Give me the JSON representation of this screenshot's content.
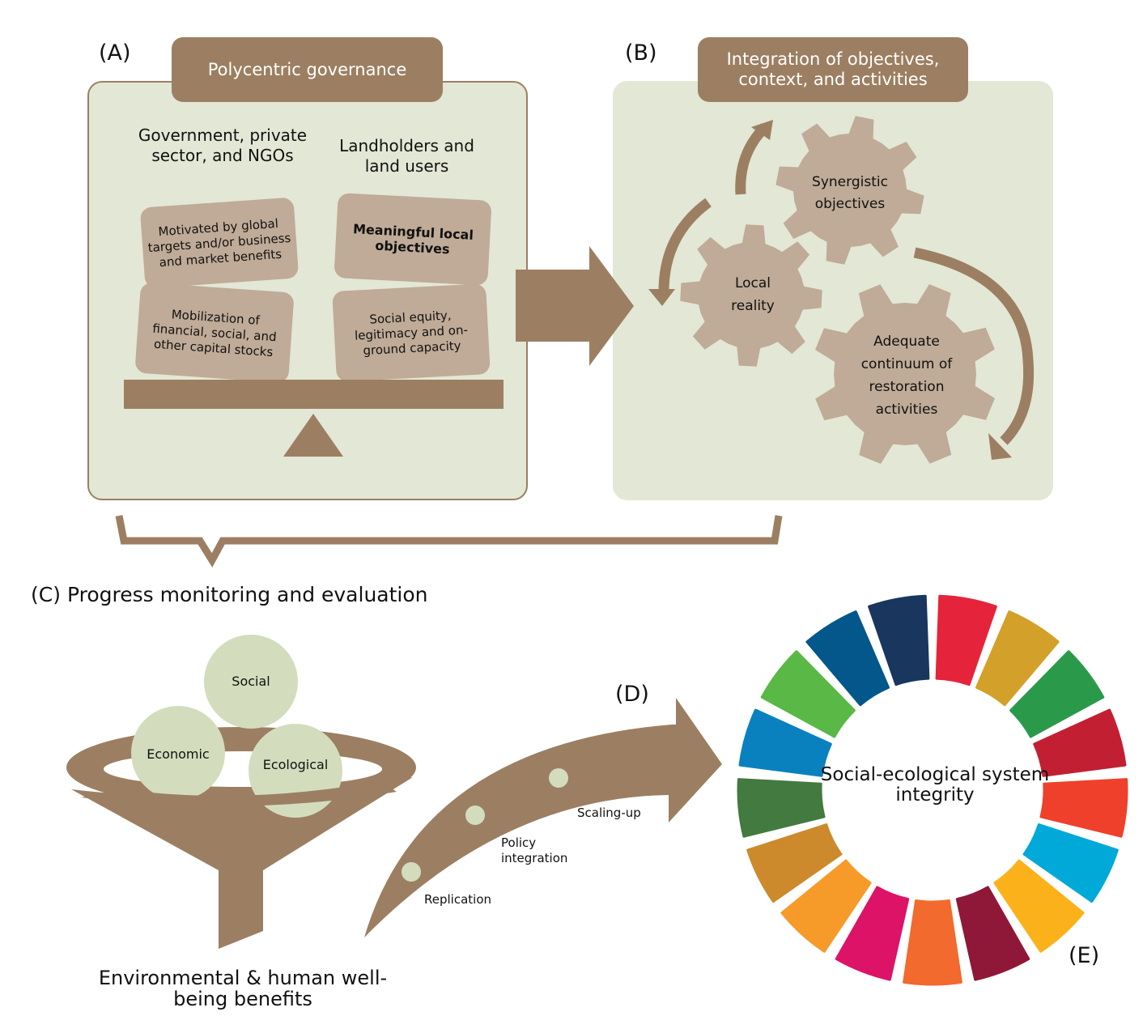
{
  "panel_a": {
    "letter": "(A)",
    "title": "Polycentric governance",
    "left_group": {
      "heading": "Government, private sector, and NGOs",
      "cards": [
        "Motivated by global targets and/or business and market benefits",
        "Mobilization of financial, social, and other capital stocks"
      ]
    },
    "right_group": {
      "heading": "Landholders and land users",
      "cards": [
        "Meaningful local objectives",
        "Social equity, legitimacy and on-ground capacity"
      ]
    },
    "balance_icon": "balance-scale"
  },
  "panel_b": {
    "letter": "(B)",
    "title": "Integration of objectives, context, and activities",
    "gears": [
      "Synergistic objectives",
      "Local reality",
      "Adequate continuum of restoration activities"
    ],
    "cycle_icon": "circular-arrows"
  },
  "panel_c": {
    "letter": "(C)",
    "title": "Progress monitoring and evaluation",
    "balls": [
      "Social",
      "Economic",
      "Ecological"
    ],
    "outcome": "Environmental & human well-being benefits",
    "funnel_icon": "funnel"
  },
  "panel_d": {
    "letter": "(D)",
    "stages": [
      "Replication",
      "Policy integration",
      "Scaling-up"
    ]
  },
  "panel_e": {
    "letter": "(E)",
    "center_label": "Social-ecological system integrity",
    "ring_colors": [
      "#e5243b",
      "#d3a029",
      "#2a9a4a",
      "#c31f33",
      "#ef402b",
      "#00a9d8",
      "#fbb21a",
      "#8f1838",
      "#f26a2d",
      "#dd1367",
      "#f69a2a",
      "#cc8a2c",
      "#437a3f",
      "#0a81bf",
      "#5ab846",
      "#03578a",
      "#19365f"
    ]
  },
  "colors": {
    "brown": "#9c7f62",
    "card": "#bfab97",
    "panel_bg": "#e3e7d5",
    "ball": "#d3ddbd"
  }
}
